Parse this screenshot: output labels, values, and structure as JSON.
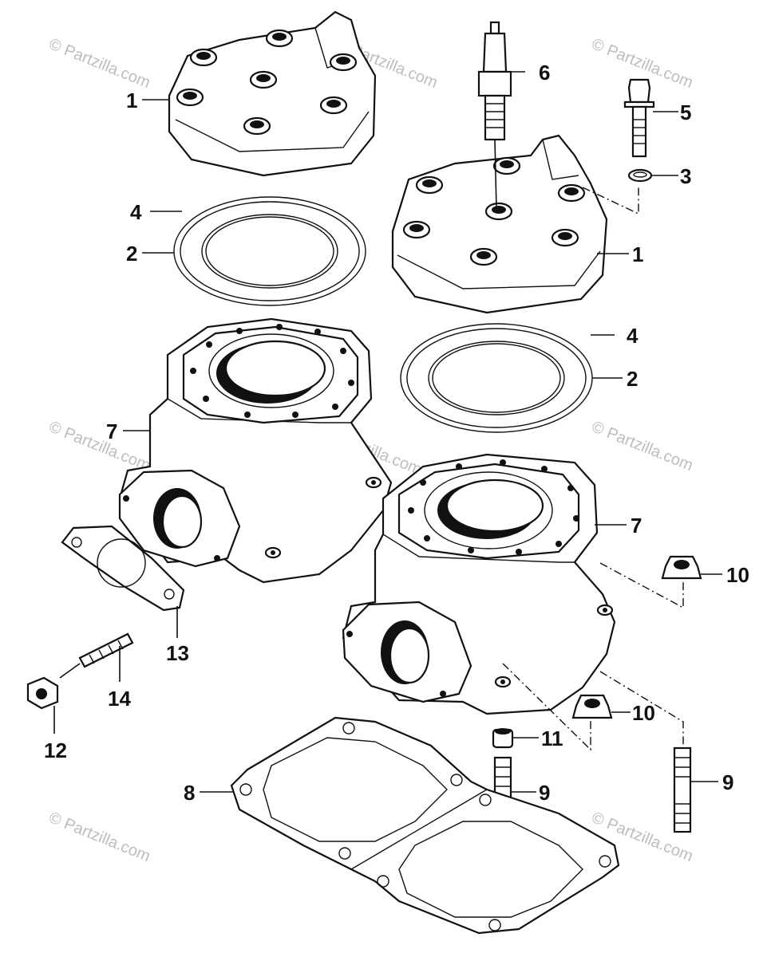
{
  "watermark": {
    "text": "© Partzilla.com"
  },
  "callouts": {
    "head_left": "1",
    "head_right": "1",
    "gasket_outer_left": "2",
    "gasket_outer_right": "2",
    "washer": "3",
    "gasket_inner_left": "4",
    "gasket_inner_right": "4",
    "bolt": "5",
    "spark_plug": "6",
    "cylinder_left": "7",
    "cylinder_right": "7",
    "base_gasket": "8",
    "stud_center": "9",
    "stud_right": "9",
    "nut_upper": "10",
    "nut_lower": "10",
    "spacer": "11",
    "exhaust_nut": "12",
    "exhaust_gasket": "13",
    "exhaust_stud": "14"
  }
}
